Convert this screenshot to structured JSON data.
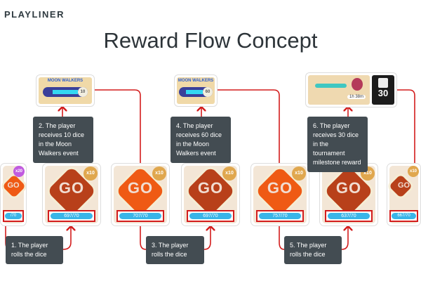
{
  "brand": "PLAYLINER",
  "title": "Reward Flow Concept",
  "cards": [
    {
      "badge": "x20",
      "badge_color": "#c05be0",
      "counter": "/70"
    },
    {
      "badge": "x10",
      "badge_color": "#e0a74e",
      "counter": "697/70"
    },
    {
      "badge": "x10",
      "badge_color": "#e0a74e",
      "counter": "707/70"
    },
    {
      "badge": "x10",
      "badge_color": "#e0a74e",
      "counter": "697/70"
    },
    {
      "badge": "x10",
      "badge_color": "#e0a74e",
      "counter": "757/70"
    },
    {
      "badge": "x10",
      "badge_color": "#e0a74e",
      "counter": "637/70"
    },
    {
      "badge": "x10",
      "badge_color": "#e0a74e",
      "counter": "667/70"
    }
  ],
  "go_label": "GO",
  "steps": {
    "s1": "1. The player rolls the dice",
    "s2": "2. The player receives 10 dice in the Moon Walkers event",
    "s3": "3. The player rolls the dice",
    "s4": "4. The player receives 60 dice in the Moon Walkers event",
    "s5": "5. The player rolls the dice",
    "s6": "6. The player receives 30 dice in the tournament milestone reward"
  },
  "events": {
    "e1": {
      "title": "MOON WALKERS",
      "reward": "10"
    },
    "e2": {
      "title": "MOON WALKERS",
      "reward": "60"
    },
    "e3": {
      "timer": "1h 38m",
      "dice": "30"
    }
  },
  "colors": {
    "arrow": "#d31c1c",
    "caption_bg": "#434c52",
    "counter": "#39b5e8"
  }
}
